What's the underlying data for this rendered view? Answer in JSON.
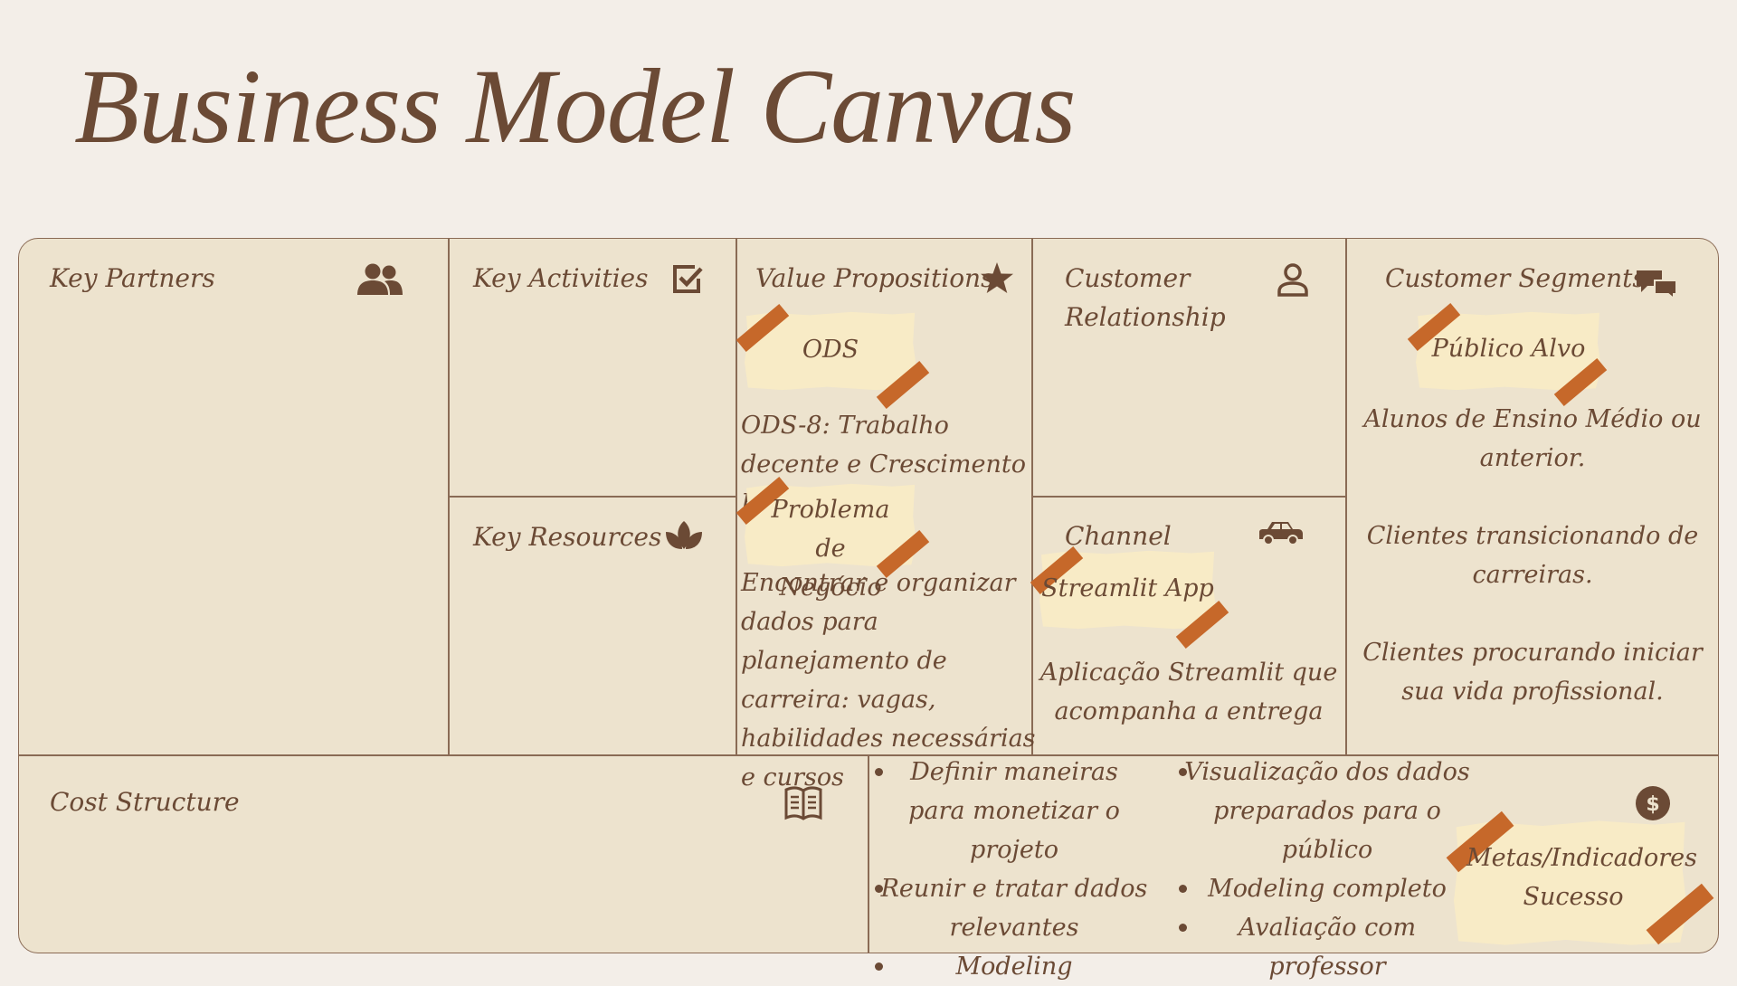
{
  "title": "Business Model Canvas",
  "colors": {
    "background": "#f3eee8",
    "canvas": "#ede3ce",
    "text": "#6b4a35",
    "note": "#f8ebc6",
    "tape": "#c6682a",
    "border": "#8a6b55"
  },
  "key_partners": {
    "label": "Key Partners",
    "icon": "people-icon"
  },
  "key_activities": {
    "label": "Key Activities",
    "icon": "checkbox-icon"
  },
  "key_resources": {
    "label": "Key Resources",
    "icon": "leaf-icon"
  },
  "value_propositions": {
    "label": "Value Propositions",
    "icon": "star-icon",
    "note1": "ODS",
    "text1": "ODS-8: Trabalho decente e Crescimento Econômico",
    "note2": "Problema de Negócio",
    "text2": "Encontrar e organizar dados para planejamento de carreira: vagas, habilidades necessárias e cursos"
  },
  "customer_relationship": {
    "label_line1": "Customer",
    "label_line2": "Relationship",
    "icon": "user-icon"
  },
  "channel": {
    "label": "Channel",
    "icon": "car-icon",
    "note": "Streamlit App",
    "text": "Aplicação Streamlit que acompanha a entrega"
  },
  "customer_segments": {
    "label": "Customer Segments",
    "icon": "chat-icon",
    "note": "Público Alvo",
    "items": [
      "Alunos de Ensino Médio ou anterior.",
      "Clientes transicionando de carreiras.",
      "Clientes procurando iniciar sua vida profissional."
    ]
  },
  "cost_structure": {
    "label": "Cost Structure",
    "icon": "book-icon"
  },
  "revenue": {
    "icon": "dollar-icon",
    "col1": [
      "Definir maneiras para monetizar o projeto",
      "Reunir e tratar dados relevantes",
      "Modeling"
    ],
    "col2": [
      "Visualização dos dados preparados para o público",
      "Modeling completo",
      "Avaliação com professor"
    ],
    "note": "Metas/Indicadores Sucesso"
  }
}
